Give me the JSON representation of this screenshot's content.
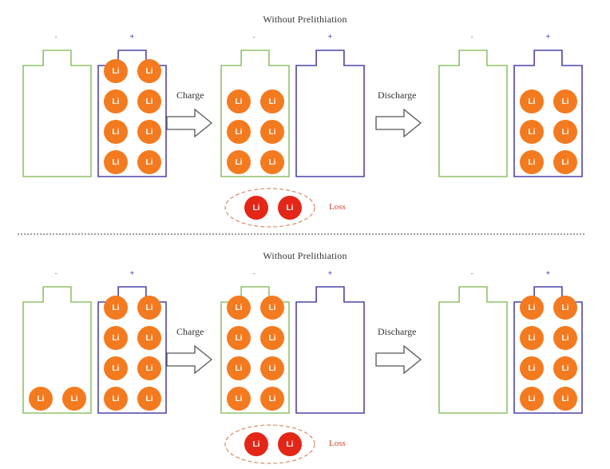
{
  "panels": [
    {
      "title": "Without Prelithiation",
      "charge_label": "Charge",
      "discharge_label": "Discharge",
      "loss_label": "Loss",
      "stages": [
        {
          "anode": {
            "sign": "-",
            "li_count": 0
          },
          "cathode": {
            "sign": "+",
            "li_count": 8
          }
        },
        {
          "anode": {
            "sign": "-",
            "li_count": 6
          },
          "cathode": {
            "sign": "+",
            "li_count": 0
          }
        },
        {
          "anode": {
            "sign": "-",
            "li_count": 0
          },
          "cathode": {
            "sign": "+",
            "li_count": 6
          }
        }
      ],
      "lost_li_count": 2
    },
    {
      "title": "Without Prelithiation",
      "charge_label": "Charge",
      "discharge_label": "Discharge",
      "loss_label": "Loss",
      "stages": [
        {
          "anode": {
            "sign": "-",
            "li_count": 2
          },
          "cathode": {
            "sign": "+",
            "li_count": 8
          }
        },
        {
          "anode": {
            "sign": "-",
            "li_count": 8
          },
          "cathode": {
            "sign": "+",
            "li_count": 0
          }
        },
        {
          "anode": {
            "sign": "-",
            "li_count": 0
          },
          "cathode": {
            "sign": "+",
            "li_count": 8
          }
        }
      ],
      "lost_li_count": 2
    }
  ],
  "li_label": "Li",
  "colors": {
    "anode_outline": "#8fc26a",
    "cathode_outline": "#4b45a8",
    "li_ion": "#f47a1f",
    "lost_li_ion": "#e42618",
    "loss_text": "#d6402f"
  }
}
